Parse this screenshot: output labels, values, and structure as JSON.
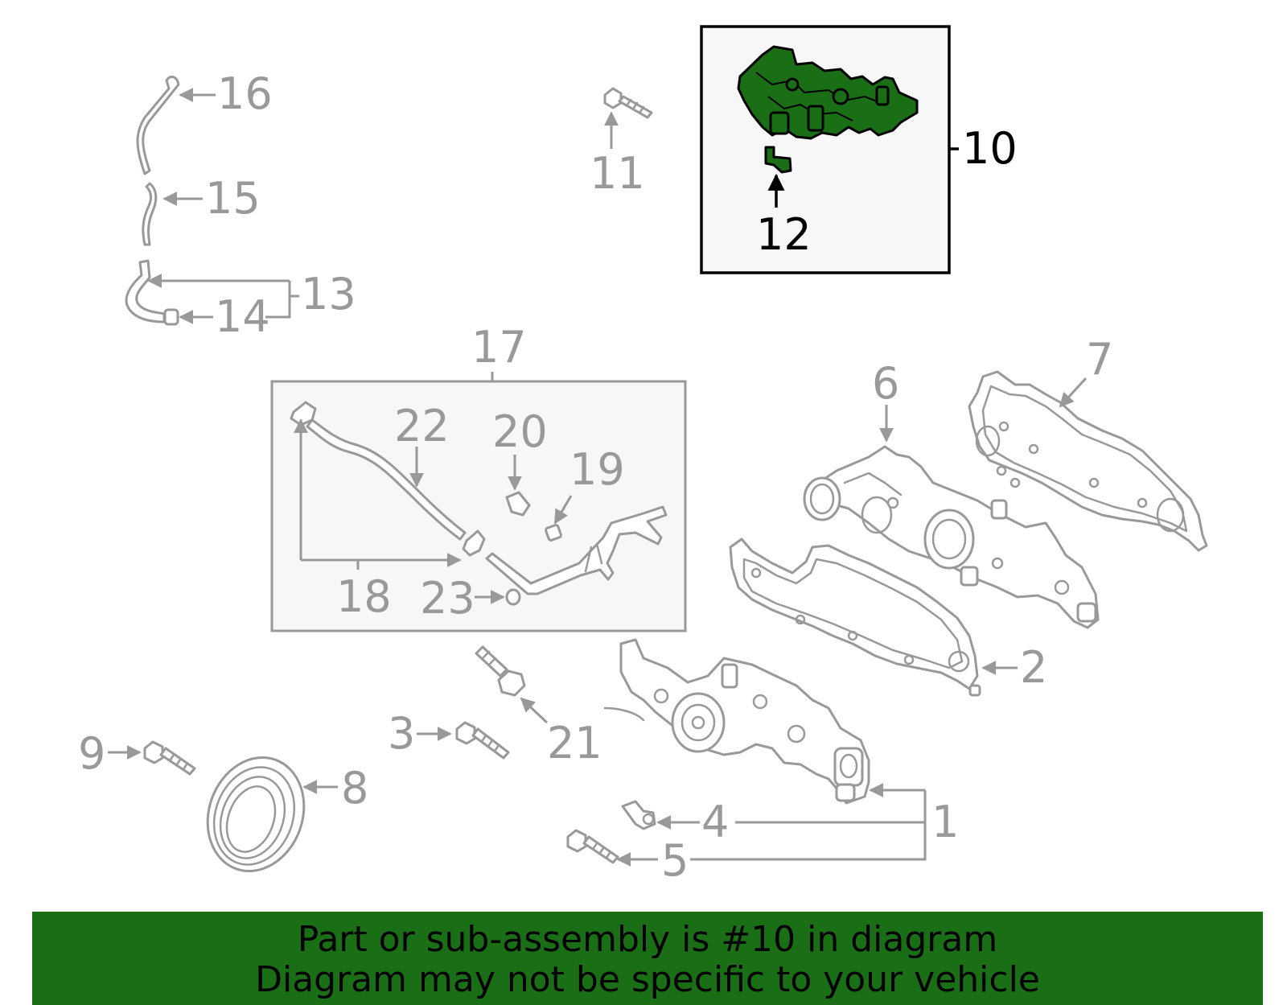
{
  "callouts": {
    "c1": "1",
    "c2": "2",
    "c3": "3",
    "c4": "4",
    "c5": "5",
    "c6": "6",
    "c7": "7",
    "c8": "8",
    "c9": "9",
    "c10": "10",
    "c11": "11",
    "c12": "12",
    "c13": "13",
    "c14": "14",
    "c15": "15",
    "c16": "16",
    "c17": "17",
    "c18": "18",
    "c19": "19",
    "c20": "20",
    "c21": "21",
    "c22": "22",
    "c23": "23"
  },
  "banner": {
    "line1": "Part or sub-assembly is #10 in diagram",
    "line2": "Diagram may not be specific to your vehicle"
  },
  "colors": {
    "highlight": "#1a6e16",
    "part_outline": "#999999",
    "highlight_text": "#000000"
  }
}
